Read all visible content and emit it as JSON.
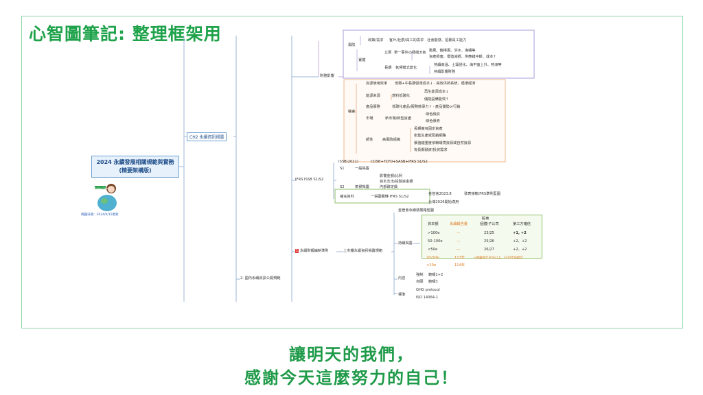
{
  "title": "心智圖筆記: 整理框架用",
  "footer": {
    "line1": "讓明天的我們，",
    "line2": "感謝今天這麼努力的自己！"
  },
  "root": {
    "line1": "2024 永續發展相關規範與實務",
    "line2": "(精要架構版)"
  },
  "ch2": "CH2 永續資訊揭露",
  "domestic": "2. 國內永續資訊公開規範",
  "finance_impact": "財務影響",
  "risk": "風險",
  "policy": "政策/需求",
  "policy_items": "客戶/社群/員工的需求 · 社會觀感、招募員工能力",
  "physical": "實體",
  "acute": "立即",
  "acute_event": "單一事件の極端天氣",
  "acute_1": "颱風、龍捲風、洪水、海嘯等",
  "acute_2": "資產損害、價值減損、供應鏈中斷、成本↑",
  "chronic": "長期",
  "chronic_event": "氣候模式變化",
  "chronic_1": "持續雨溫、土壤侵化、海平面上升、熱浪等",
  "chronic_2": "持續影響財務",
  "opportunity": "機會",
  "resource_eff": "資源使用效率",
  "resource_eff_items": "低碳+中長期營運成本↓ · 高效供熱系統、循環經濟",
  "energy": "能源來源",
  "energy_sub": "燃料低碳化",
  "energy_1": "再生能源成本↓",
  "energy_2": "儲能設備能效↑",
  "products": "產品服務",
  "products_items": "低碳化產品/服務競爭力↑ · 產品優勢or行銷",
  "markets": "市場",
  "markets_sub": "新市場/新型資產",
  "markets_1": "綠色融資",
  "markets_2": "綠色債券",
  "resilience": "韌性",
  "resilience_sub": "高風險組織",
  "resilience_1": "長期擁有固定資產",
  "resilience_2": "密集生產或配銷網路",
  "resilience_3": "價值鏈重度依賴環境資源或自然資源",
  "resilience_4": "有長期融資/投資需求",
  "ifrs": "IFRS ISSB S1/S2",
  "issb_2021": "ISSB(2021)",
  "issb_formula": "CDSB+TCFD+SASB+IFRS S1/S2",
  "s1": "S1",
  "s1_item": "一般揭露",
  "s2": "S2",
  "s2_item": "氣候揭露",
  "s2_sub1": "影響金額/比例",
  "s2_sub2": "資本支出/投融資金額",
  "s2_sub3": "內部碳定價",
  "supplement": "補充資料",
  "supplement_item": "一張圖看懂 IFRS S1/S2",
  "fsc_2023": "金管會2023.8",
  "fsc_2023_item": "發表接軌IFRS準則藍圖",
  "tw_2026": "台灣2026開始適用",
  "badge_num": "1",
  "law_reg": "永續財報編制準則",
  "listed_report": "上市櫃永續資訊揭露規範",
  "fsc_roadmap": "金管會永續發展路徑圖",
  "sustain_report": "持續揭露",
  "table_head": {
    "top": "股東",
    "c1": "資本額",
    "c2": "永續報告書",
    "c3": "個體/子公司",
    "c4": "第三方確信"
  },
  "table_rows": [
    {
      "cap": ">100e",
      "rep": "—",
      "ind": "23/25",
      "ver": "+1, +2"
    },
    {
      "cap": "50-100e",
      "rep": "—",
      "ind": "25/26",
      "ver": "+2、+2"
    },
    {
      "cap": "<50e",
      "rep": "—",
      "ind": "26/27",
      "ver": "+2、+2"
    }
  ],
  "extra_rows": [
    {
      "cap": "20-50e",
      "rep": "113年",
      "note": "+揭露每年30%以上，4/30年前提交"
    },
    {
      "cap": "<20e",
      "rep": "114年",
      "note": ""
    }
  ],
  "content": "內容",
  "mandatory": "強制",
  "mandatory_item": "範疇1+2",
  "voluntary": "自願",
  "voluntary_item": "範疇3",
  "standard": "標準",
  "std_1": "GHG protocol",
  "std_2": "ISO 14064-1",
  "sign_note": "揭露日期：2024/6/15更新",
  "avatar_badge": "Kaitin Cloud"
}
